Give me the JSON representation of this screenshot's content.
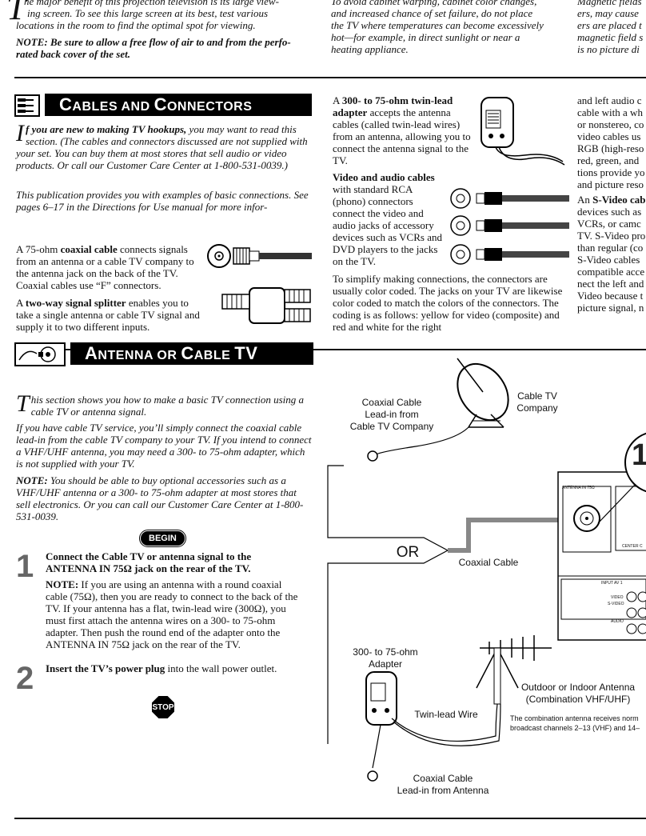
{
  "top": {
    "col1_line1": "he major benefit of this projection television is its large view-",
    "col1_line2": "ing screen. To see this large screen at its best, test various",
    "col1_line3": "locations in the room to find the optimal spot for viewing.",
    "col1_note": "NOTE: Be sure to allow a free flow of air to and from the perfo-",
    "col1_note2": "rated back cover of the set.",
    "col2_line1": "To avoid cabinet warping, cabinet color changes,",
    "col2_line2": "and increased chance of set failure, do not place",
    "col2_line3": "the TV where temperatures can become excessively",
    "col2_line4": "hot—for example, in direct sunlight or near a",
    "col2_line5": "heating appliance.",
    "col3_line1": "Magnetic fields",
    "col3_line2": "ers, may cause",
    "col3_line3": "ers are placed t",
    "col3_line4": "magnetic field s",
    "col3_line5": "is no picture di"
  },
  "cables": {
    "title_c": "C",
    "title_rest1": "ABLES AND ",
    "title_c2": "C",
    "title_rest2": "ONNECTORS",
    "intro_bold": "f you are new to making TV hookups,",
    "intro_rest": " you may want to read this section. (The cables and connectors discussed are not supplied with your set. You can buy them at most stores that sell audio or video products. Or call our Customer Care Center at 1-800-531-0039.)",
    "intro2": "This publication provides you with examples of basic connections. See pages 6–17 in the Directions for Use manual for more infor-",
    "coax_pre": "A 75-ohm ",
    "coax_bold": "coaxial cable",
    "coax_rest": " connects signals from an antenna or a cable TV company to the antenna jack on the back of the TV. Coaxial cables use “F” connectors.",
    "split_pre": "A ",
    "split_bold": "two-way signal splitter",
    "split_rest": " enables you to take a single antenna or cable TV signal and supply it to two different inputs.",
    "twin_pre": "A ",
    "twin_bold": "300- to 75-ohm twin-lead adapter",
    "twin_rest": " accepts the antenna cables (called twin-lead wires) from an antenna, allowing you to connect the antenna signal to the TV.",
    "av_bold": "Video and audio cables",
    "av_rest": " with standard RCA (phono) connectors connect the video and audio jacks of accessory devices such as VCRs and DVD players to the jacks on the TV.",
    "simplify": "To simplify making connections, the connectors are usually color coded. The jacks on your TV are likewise color coded to match the colors of the connectors. The coding is as follows: yellow for video (composite) and red and white for the right",
    "col3_l1": "and left audio c",
    "col3_l2": "cable with a wh",
    "col3_l3": "or nonstereo, co",
    "col3_l4": "video cables us",
    "col3_l5": "RGB (high-reso",
    "col3_l6": "red, green, and",
    "col3_l7": "tions provide yo",
    "col3_l8": "and picture reso",
    "col3_l9_pre": "An ",
    "col3_l9_bold": "S-Video cab",
    "col3_l10": "devices such as",
    "col3_l11": "VCRs, or camc",
    "col3_l12": "TV. S-Video pro",
    "col3_l13": "than regular (co",
    "col3_l14": "S-Video cables",
    "col3_l15": "compatible acce",
    "col3_l16": "nect the left and",
    "col3_l17": "Video because t",
    "col3_l18": "picture signal, n"
  },
  "antenna": {
    "title_a": "A",
    "title_rest1": "NTENNA OR ",
    "title_c": "C",
    "title_rest2": "ABLE ",
    "title_tv": "TV",
    "intro_rest": "his section shows you how to make a basic TV connection using a cable TV or antenna signal.",
    "p1": "If you have cable TV service, you’ll simply connect the coaxial cable lead-in from the cable TV company to your TV. If you intend to connect a VHF/UHF antenna, you may need a 300- to 75-ohm adapter, which is not supplied with your TV.",
    "note_bold": "NOTE:",
    "note_rest": " You should be able to buy optional accessories such as a VHF/UHF antenna or a 300- to 75-ohm adapter at most stores that sell electronics. Or you can call our Customer Care Center at 1-800-531-0039.",
    "begin": "BEGIN",
    "step1_num": "1",
    "step1_bold": "Connect the Cable TV or antenna signal to the ANTENNA IN 75Ω jack on the rear of the TV.",
    "step1_note_bold": "NOTE:",
    "step1_note": " If you are using an antenna with a round coaxial cable (75Ω), then you are ready to connect to the back of the TV. If your antenna has a flat, twin-lead wire (300Ω), you must first attach the antenna wires on a 300- to 75-ohm adapter. Then push the round end of the adapter onto the ANTENNA IN 75Ω jack on the rear of the TV.",
    "step2_num": "2",
    "step2_bold": "Insert the TV’s power plug",
    "step2_rest": " into the wall power outlet.",
    "stop": "STOP"
  },
  "diagram": {
    "lbl_coax_leadin": "Coaxial Cable\nLead-in from\nCable TV Company",
    "lbl_cabletv": "Cable TV\nCompany",
    "lbl_coax": "Coaxial Cable",
    "lbl_or": "OR",
    "lbl_adapter": "300- to 75-ohm\nAdapter",
    "lbl_twinlead": "Twin-lead Wire",
    "lbl_outdoor": "Outdoor or Indoor Antenna\n(Combination VHF/UHF)",
    "lbl_combo1": "The combination antenna receives norm",
    "lbl_combo2": "broadcast channels 2–13 (VHF) and 14–",
    "lbl_coax_ant": "Coaxial Cable\nLead-in from Antenna",
    "callout_num": "1",
    "panel_antenna": "ANTENNA IN 75Ω",
    "panel_input": "INPUT AV 1",
    "panel_video": "VIDEO",
    "panel_svideo": "S-VIDEO",
    "panel_audio": "AUDIO",
    "panel_center": "CENTER C"
  }
}
